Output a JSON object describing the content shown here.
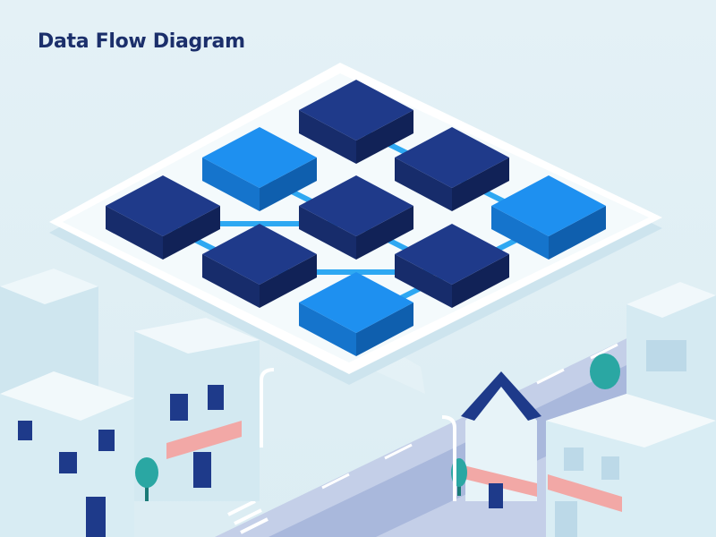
{
  "title": "Data Flow Diagram",
  "colors": {
    "node_dark": "#1e3a8a",
    "node_light": "#1e90f0",
    "link": "#2ea8f2",
    "platform": "#ffffff",
    "building": "#dbeef4",
    "awning": "#f2a8a6",
    "tree": "#2aa7a3",
    "road": "#9aaed2"
  },
  "nodes": [
    {
      "id": "n1",
      "tone": "dark"
    },
    {
      "id": "n2",
      "tone": "light"
    },
    {
      "id": "n3",
      "tone": "dark"
    },
    {
      "id": "n4",
      "tone": "dark"
    },
    {
      "id": "n5",
      "tone": "dark"
    },
    {
      "id": "n6",
      "tone": "light"
    },
    {
      "id": "n7",
      "tone": "dark"
    },
    {
      "id": "n8",
      "tone": "dark"
    },
    {
      "id": "n9",
      "tone": "light"
    }
  ],
  "links": [
    [
      "n1",
      "n3"
    ],
    [
      "n2",
      "n5"
    ],
    [
      "n4",
      "n5"
    ],
    [
      "n5",
      "n8"
    ],
    [
      "n6",
      "n9"
    ],
    [
      "n7",
      "n8"
    ],
    [
      "n3",
      "n6"
    ],
    [
      "n4",
      "n7"
    ]
  ]
}
